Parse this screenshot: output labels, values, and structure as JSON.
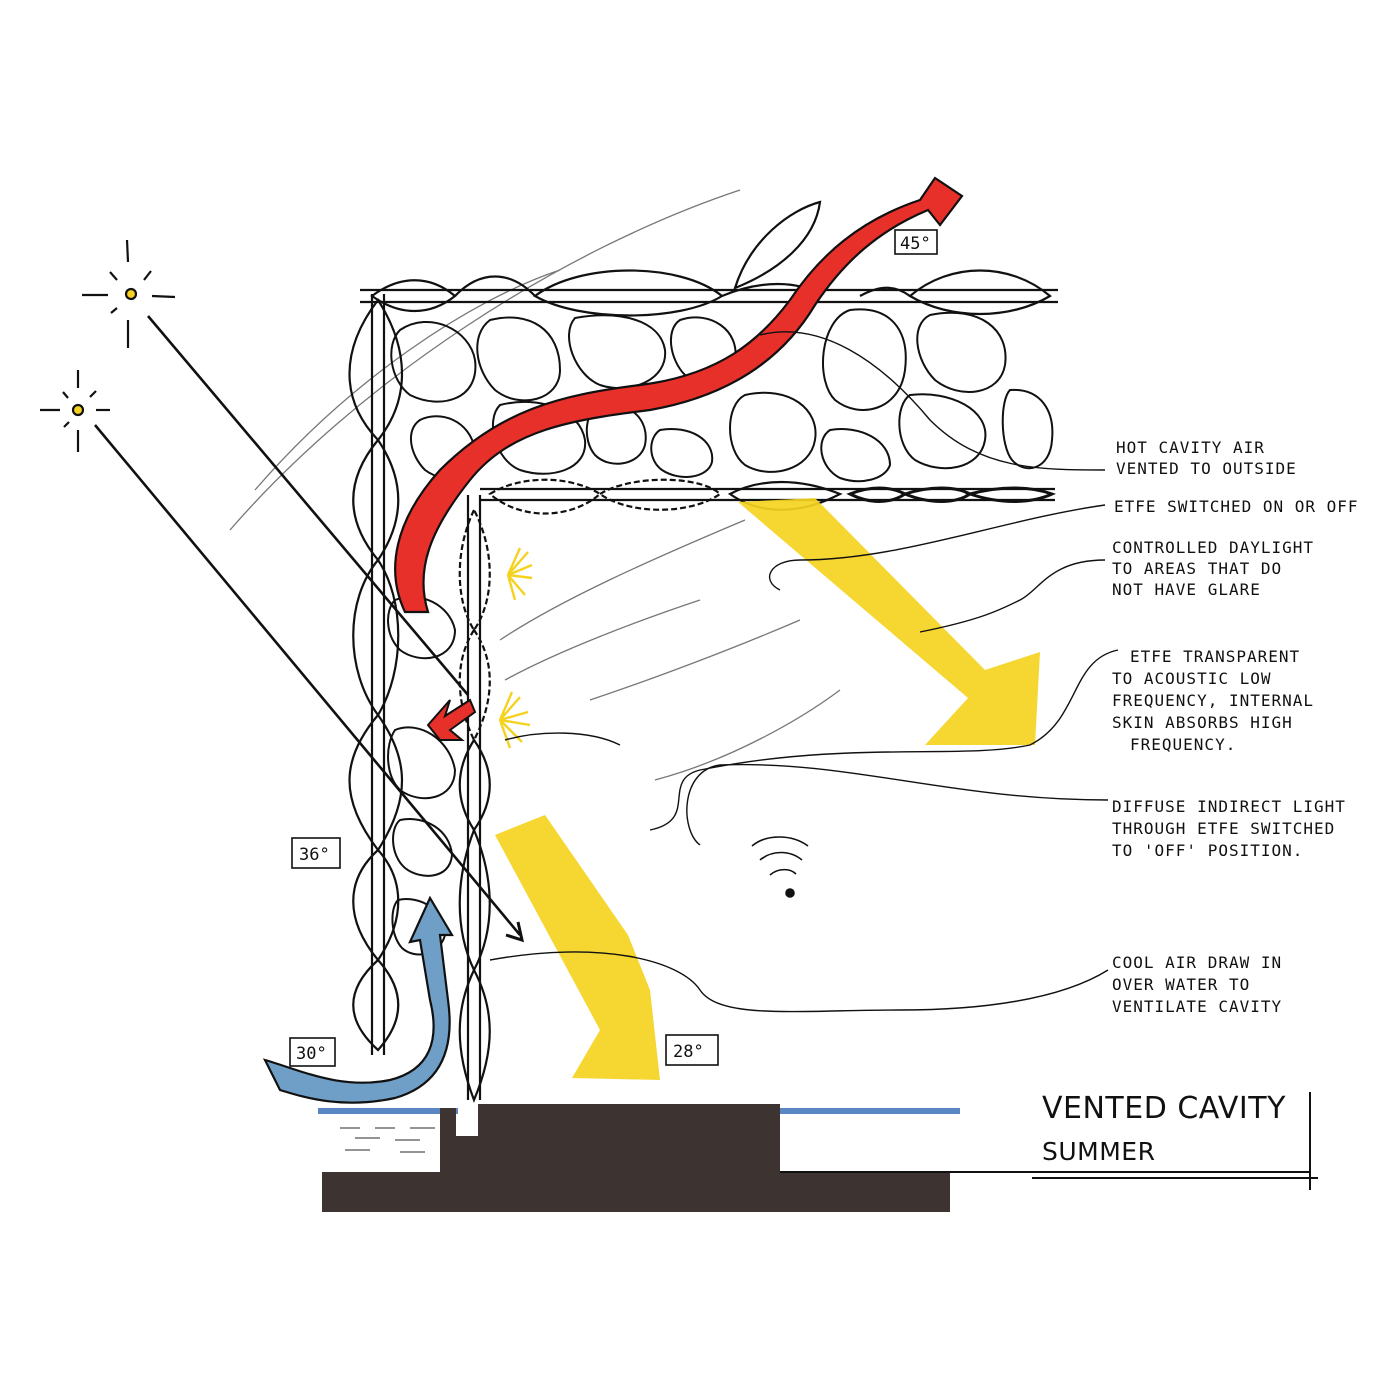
{
  "title": {
    "line1": "VENTED CAVITY",
    "line2": "SUMMER"
  },
  "angles": [
    "45°",
    "36°",
    "30°",
    "28°"
  ],
  "annotations": [
    {
      "lines": [
        "HOT CAVITY AIR",
        "VENTED TO OUTSIDE"
      ]
    },
    {
      "lines": [
        "ETFE SWITCHED ON OR OFF"
      ]
    },
    {
      "lines": [
        "CONTROLLED DAYLIGHT",
        "TO AREAS THAT DO",
        "NOT HAVE GLARE"
      ]
    },
    {
      "lines": [
        "ETFE TRANSPARENT",
        "TO ACOUSTIC LOW",
        "FREQUENCY, INTERNAL",
        "SKIN ABSORBS HIGH",
        "FREQUENCY."
      ]
    },
    {
      "lines": [
        "DIFFUSE INDIRECT LIGHT",
        "THROUGH ETFE SWITCHED",
        "TO 'OFF' POSITION."
      ]
    },
    {
      "lines": [
        "COOL AIR DRAW IN",
        "OVER WATER TO",
        "VENTILATE CAVITY"
      ]
    }
  ],
  "colors": {
    "hot_air": "#e8302a",
    "cool_air": "#6f9fc6",
    "daylight": "#f5d21f",
    "ground": "#3d3432",
    "water": "#5b86c4",
    "ink": "#111111"
  }
}
